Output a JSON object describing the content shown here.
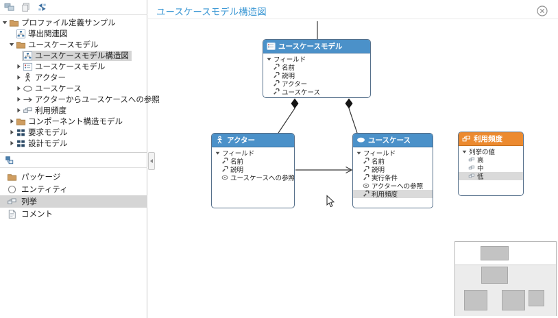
{
  "canvas": {
    "title": "ユースケースモデル構造図"
  },
  "sidebar": {
    "tree": [
      {
        "label": "プロファイル定義サンプル",
        "icon": "folder",
        "expanded": true
      },
      {
        "label": "導出関連図",
        "icon": "diagram"
      },
      {
        "label": "ユースケースモデル",
        "icon": "folder",
        "expanded": true
      },
      {
        "label": "ユースケースモデル構造図",
        "icon": "diagram",
        "selected": true
      },
      {
        "label": "ユースケースモデル",
        "icon": "model",
        "expanded": false
      },
      {
        "label": "アクター",
        "icon": "actor",
        "expanded": false
      },
      {
        "label": "ユースケース",
        "icon": "usecase",
        "expanded": false
      },
      {
        "label": "アクターからユースケースへの参照",
        "icon": "arrow",
        "expanded": false
      },
      {
        "label": "利用頻度",
        "icon": "enum",
        "expanded": false
      },
      {
        "label": "コンポーネント構造モデル",
        "icon": "folder",
        "expanded": false
      },
      {
        "label": "要求モデル",
        "icon": "blocks",
        "expanded": false
      },
      {
        "label": "設計モデル",
        "icon": "blocks",
        "expanded": false
      }
    ],
    "palette": [
      {
        "label": "パッケージ",
        "icon": "folder"
      },
      {
        "label": "エンティティ",
        "icon": "entity"
      },
      {
        "label": "列挙",
        "icon": "enum",
        "selected": true
      },
      {
        "label": "コメント",
        "icon": "comment"
      }
    ]
  },
  "diagram": {
    "nodes": {
      "usecase_model": {
        "title": "ユースケースモデル",
        "group_label": "フィールド",
        "fields": [
          "名前",
          "説明",
          "アクター",
          "ユースケース"
        ]
      },
      "actor": {
        "title": "アクター",
        "group_label": "フィールド",
        "fields": [
          "名前",
          "説明",
          "ユースケースへの参照"
        ]
      },
      "usecase": {
        "title": "ユースケース",
        "group_label": "フィールド",
        "fields": [
          "名前",
          "説明",
          "実行条件",
          "アクターへの参照",
          "利用頻度"
        ],
        "highlighted_field": "利用頻度"
      },
      "usage_frequency": {
        "title": "利用頻度",
        "group_label": "列挙の値",
        "values": [
          "高",
          "中",
          "低"
        ],
        "highlighted_value": "低"
      }
    }
  },
  "colors": {
    "node_header_blue": "#4b91c9",
    "node_header_orange": "#ec8a2f",
    "title_blue": "#3a97d4",
    "selection_gray": "#d5d5d5"
  }
}
